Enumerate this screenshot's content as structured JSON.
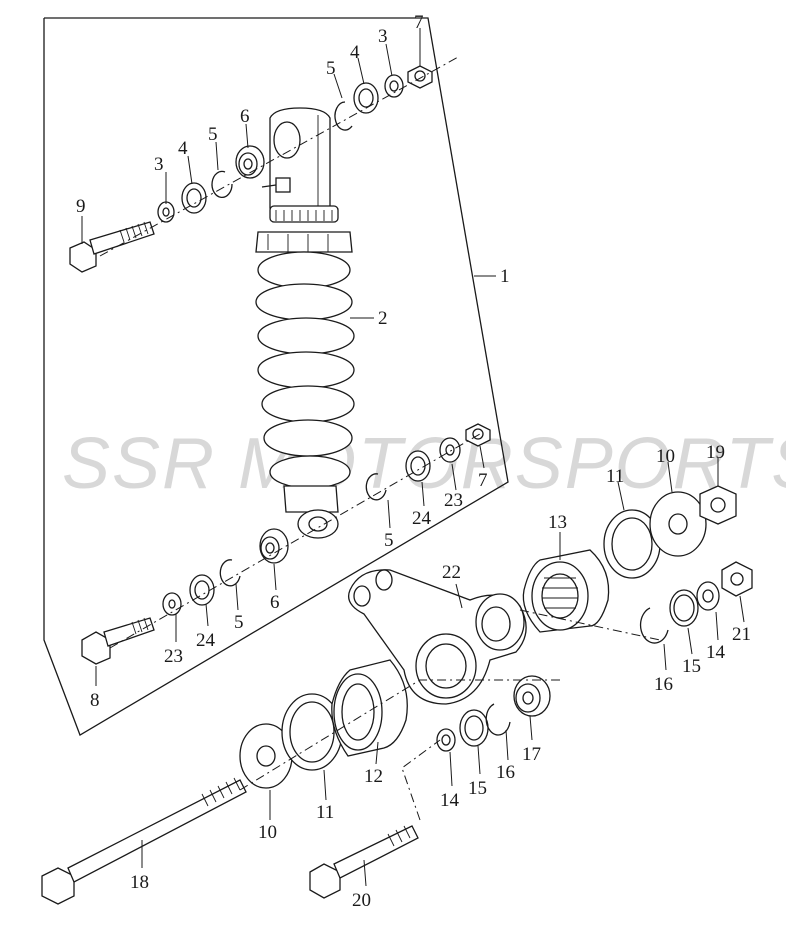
{
  "watermark": "SSR MOTORSPORTS",
  "callouts": [
    "1",
    "2",
    "3",
    "4",
    "5",
    "6",
    "7",
    "8",
    "9",
    "10",
    "11",
    "12",
    "13",
    "14",
    "15",
    "16",
    "17",
    "18",
    "19",
    "20",
    "21",
    "22",
    "23",
    "24"
  ]
}
